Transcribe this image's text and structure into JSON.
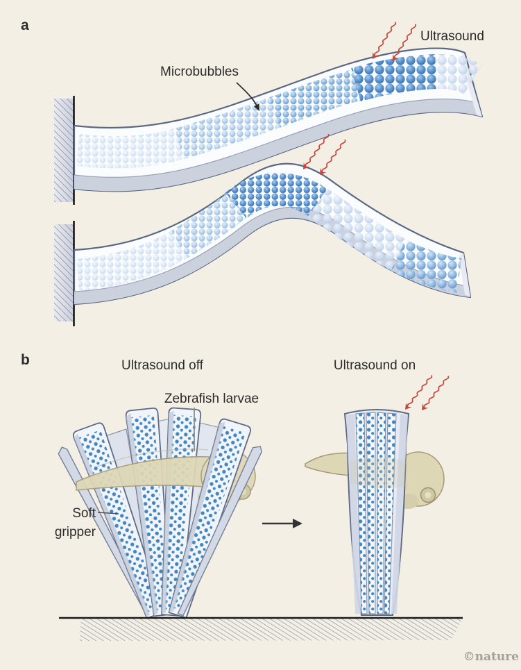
{
  "figure": {
    "panel_a": {
      "label": "a",
      "ultrasound_label": "Ultrasound",
      "microbubbles_label": "Microbubbles"
    },
    "panel_b": {
      "label": "b",
      "state_off_label": "Ultrasound off",
      "state_on_label": "Ultrasound on",
      "zebrafish_label": "Zebrafish larvae",
      "soft_gripper_label_line1": "Soft",
      "soft_gripper_label_line2": "gripper"
    },
    "credit": "©nature",
    "colors": {
      "background": "#f3efe4",
      "ultrasound_wave_red": "#c8473c",
      "microbubble_blue_dark": "#2f6cb0",
      "microbubble_blue_mid": "#5890c8",
      "microbubble_blue_light": "#9cc0e4",
      "strip_fill": "#fbfcfe",
      "strip_outline": "#5a6884",
      "strip_substrate": "#ccd1de",
      "gripper_dot_blue": "#4287c0",
      "larva_body": "#ded7b6",
      "text": "#2b2b2b",
      "credit_gray": "#a5a099"
    }
  }
}
